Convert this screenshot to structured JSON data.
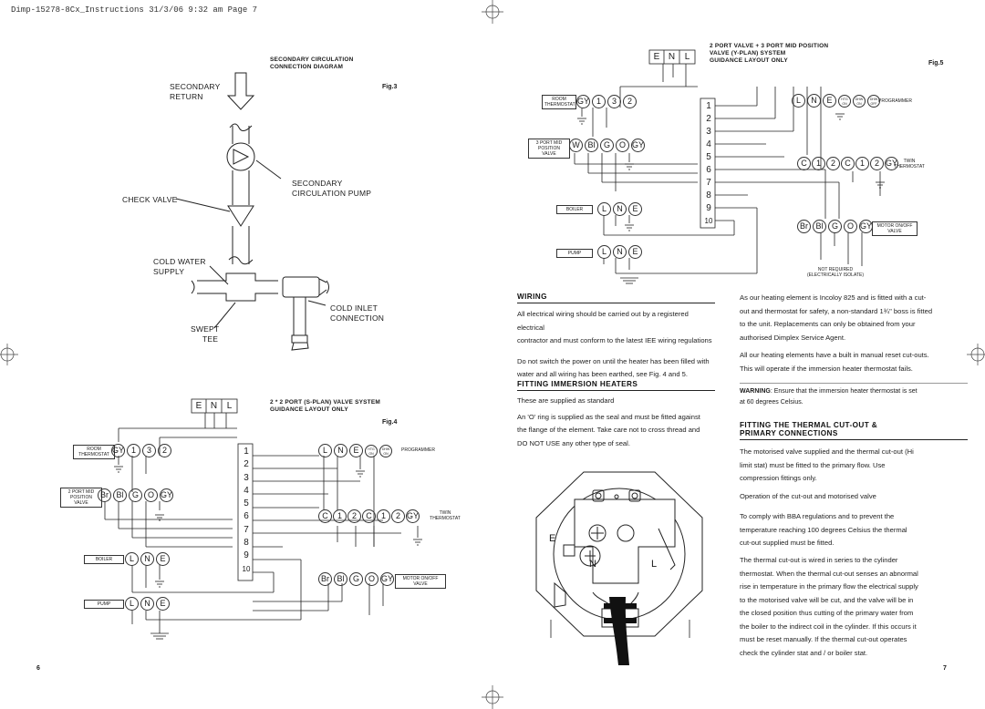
{
  "header": {
    "file_info": "Dimp-15278-8Cx_Instructions  31/3/06  9:32 am  Page 7"
  },
  "fig3": {
    "title_line1": "SECONDARY CIRCULATION",
    "title_line2": "CONNECTION DIAGRAM",
    "fig_label": "Fig.3",
    "label_secondary_return_1": "SECONDARY",
    "label_secondary_return_2": "RETURN",
    "label_pump_1": "SECONDARY",
    "label_pump_2": "CIRCULATION PUMP",
    "label_check_valve": "CHECK VALVE",
    "label_cold_water_1": "COLD WATER",
    "label_cold_water_2": "SUPPLY",
    "label_cold_inlet_1": "COLD INLET",
    "label_cold_inlet_2": "CONNECTION",
    "label_swept_1": "SWEPT",
    "label_swept_2": "TEE"
  },
  "fig4": {
    "title_line1": "2 * 2 PORT (S-PLAN) VALVE SYSTEM",
    "title_line2": "GUIDANCE LAYOUT ONLY",
    "fig_label": "Fig.4",
    "enl": [
      "E",
      "N",
      "L"
    ],
    "room_thermostat": "ROOM THERMOSTAT",
    "room_terms": [
      "GY",
      "1",
      "3",
      "2"
    ],
    "port_valve_label": "2 PORT MID POSITION VALVE",
    "port_valve_terms": [
      "Br",
      "Bl",
      "G",
      "O",
      "GY"
    ],
    "boiler": "BOILER",
    "pump": "PUMP",
    "lne": [
      "L",
      "N",
      "E"
    ],
    "programmer": "PROGRAMMER",
    "prog_small": [
      "HTG ON",
      "DHW ON"
    ],
    "twin_thermostat": "TWIN THERMOSTAT",
    "twin_terms": [
      "C",
      "1",
      "2",
      "C",
      "1",
      "2",
      "GY"
    ],
    "motor_valve": "MOTOR ON/OFF VALVE",
    "motor_terms": [
      "Br",
      "Bl",
      "G",
      "O",
      "GY"
    ],
    "strip": [
      "1",
      "2",
      "3",
      "4",
      "5",
      "6",
      "7",
      "8",
      "9",
      "10"
    ]
  },
  "fig5": {
    "title_line1": "2 PORT VALVE + 3 PORT MID POSITION",
    "title_line2": "VALVE (Y-PLAN) SYSTEM",
    "title_line3": "GUIDANCE LAYOUT ONLY",
    "fig_label": "Fig.5",
    "enl": [
      "E",
      "N",
      "L"
    ],
    "room_thermostat": "ROOM THERMOSTAT",
    "room_terms": [
      "GY",
      "1",
      "3",
      "2"
    ],
    "port_valve_label": "3 PORT MID POSITION VALVE",
    "port_valve_terms": [
      "W",
      "Bl",
      "G",
      "O",
      "GY"
    ],
    "boiler": "BOILER",
    "pump": "PUMP",
    "lne": [
      "L",
      "N",
      "E"
    ],
    "programmer": "PROGRAMMER",
    "prog_small": [
      "HTG ON",
      "DHW ON",
      "DHW OFF"
    ],
    "twin_thermostat": "TWIN THERMOSTAT",
    "twin_terms": [
      "C",
      "1",
      "2",
      "C",
      "1",
      "2",
      "GY"
    ],
    "motor_valve": "MOTOR ON/OFF VALVE",
    "motor_terms": [
      "Br",
      "Bl",
      "G",
      "O",
      "GY"
    ],
    "not_required_1": "NOT REQUIRED",
    "not_required_2": "(ELECTRICALLY ISOLATE)",
    "strip": [
      "1",
      "2",
      "3",
      "4",
      "5",
      "6",
      "7",
      "8",
      "9",
      "10"
    ]
  },
  "wiring": {
    "heading": "WIRING",
    "p1": [
      "All electrical wiring should be carried out by a registered electrical",
      "contractor and must conform to the latest IEE wiring regulations"
    ],
    "p2": [
      "Do not switch the power on until the heater has been filled with",
      "water and all wiring has been earthed, see Fig. 4 and 5."
    ]
  },
  "immersion": {
    "heading": "FITTING IMMERSION HEATERS",
    "p1": "These are supplied as standard",
    "p2": [
      "An 'O' ring is supplied as the seal and must be fitted against",
      "the flange of the element. Take care not to cross thread and",
      "DO NOT USE any other type of seal."
    ]
  },
  "element_labels": {
    "e": "E",
    "n": "N",
    "l": "L"
  },
  "right_col": {
    "p1": [
      "As our heating element is Incoloy 825 and is fitted with a cut-",
      "out and thermostat for safety, a non-standard 1¾\" boss is fitted",
      "to the unit. Replacements can only be obtained from your",
      "authorised Dimplex Service Agent."
    ],
    "p2": [
      "All our heating elements have a built in manual reset cut-outs.",
      "This will operate if the immersion heater thermostat fails."
    ],
    "warning_bold": "WARNING",
    "warning_text": ": Ensure that the immersion heater thermostat is set",
    "warning_line2": "at 60 degrees Celsius."
  },
  "thermal": {
    "heading_1": "FITTING THE THERMAL CUT-OUT &",
    "heading_2": "PRIMARY CONNECTIONS",
    "p1": [
      "The motorised valve supplied and the thermal cut-out (Hi",
      "limit stat) must be fitted to the primary flow. Use",
      "compression fittings only."
    ],
    "p2": "Operation of the cut-out and motorised valve",
    "p3": [
      "To comply with BBA regulations and to prevent the",
      "temperature reaching 100 degrees Celsius the thermal",
      "cut-out supplied must be fitted."
    ],
    "p4": [
      "The thermal cut-out is wired in series to the cylinder",
      "thermostat. When the thermal cut-out senses an abnormal",
      "rise in temperature in the primary flow the electrical supply",
      "to the motorised valve will be cut, and the valve will be in",
      "the closed position thus cutting of the primary water from",
      "the boiler to the indirect coil in the cylinder. If this occurs it",
      "must be reset manually. If the thermal cut-out operates",
      "check the cylinder stat and / or boiler stat."
    ]
  },
  "page_numbers": {
    "left": "6",
    "right": "7"
  }
}
